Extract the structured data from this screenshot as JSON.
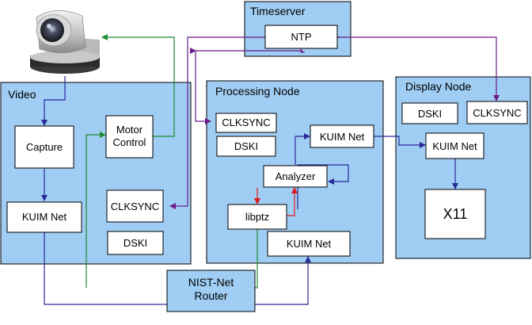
{
  "panels": {
    "timeserver": "Timeserver",
    "video": "Video",
    "processing": "Processing Node",
    "display": "Display Node"
  },
  "boxes": {
    "ntp": "NTP",
    "capture": "Capture",
    "motor_control_line1": "Motor",
    "motor_control_line2": "Control",
    "video_kuim_net": "KUIM Net",
    "video_clksync": "CLKSYNC",
    "video_dski": "DSKI",
    "proc_clksync": "CLKSYNC",
    "proc_dski": "DSKI",
    "proc_kuim_net_top": "KUIM Net",
    "analyzer": "Analyzer",
    "libptz": "libptz",
    "proc_kuim_net_bottom": "KUIM Net",
    "disp_dski": "DSKI",
    "disp_clksync": "CLKSYNC",
    "disp_kuim_net": "KUIM Net",
    "x11": "X11",
    "router_line1": "NIST-Net",
    "router_line2": "Router"
  },
  "colors": {
    "panel_fill": "#9fcdf3",
    "clock_sync_link": "#6a1b87",
    "data_link": "#2a2a9a",
    "control_link": "#1f8a2e",
    "analyzer_link": "#e01a1a"
  },
  "icons": {
    "camera": "ptz-camera-icon"
  }
}
